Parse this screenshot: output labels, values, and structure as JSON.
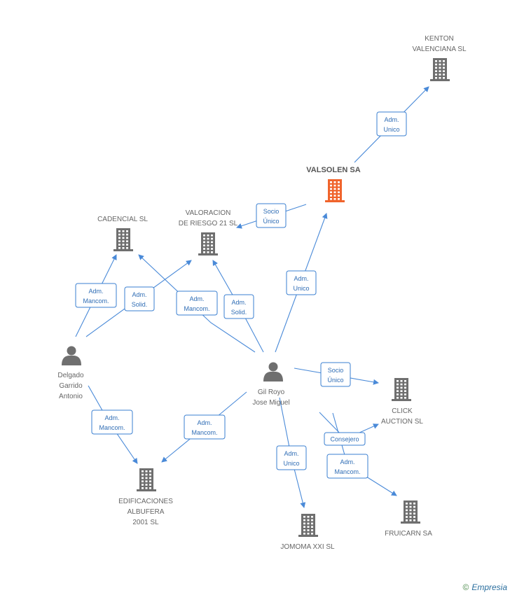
{
  "colors": {
    "company": "#6f6f6f",
    "focus_company": "#f0642c",
    "person": "#6f6f6f",
    "edge": "#4a8ad8",
    "label_border": "#3a7fd0",
    "label_text": "#2f6db5"
  },
  "nodes": [
    {
      "id": "kenton",
      "type": "company",
      "icon": "building-icon",
      "label": [
        "KENTON",
        "VALENCIANA SL"
      ]
    },
    {
      "id": "valsolen",
      "type": "company-focus",
      "icon": "building-icon",
      "label": [
        "VALSOLEN SA"
      ]
    },
    {
      "id": "cadencial",
      "type": "company",
      "icon": "building-icon",
      "label": [
        "CADENCIAL SL"
      ]
    },
    {
      "id": "valoracion",
      "type": "company",
      "icon": "building-icon",
      "label": [
        "VALORACION",
        "DE RIESGO 21 SL"
      ]
    },
    {
      "id": "delgado",
      "type": "person",
      "icon": "person-icon",
      "label": [
        "Delgado",
        "Garrido",
        "Antonio"
      ]
    },
    {
      "id": "gil",
      "type": "person",
      "icon": "person-icon",
      "label": [
        "Gil Royo",
        "Jose Miguel"
      ]
    },
    {
      "id": "click",
      "type": "company",
      "icon": "building-icon",
      "label": [
        "CLICK",
        "AUCTION  SL"
      ]
    },
    {
      "id": "edificaciones",
      "type": "company",
      "icon": "building-icon",
      "label": [
        "EDIFICACIONES",
        "ALBUFERA",
        "2001 SL"
      ]
    },
    {
      "id": "jomoma",
      "type": "company",
      "icon": "building-icon",
      "label": [
        "JOMOMA XXI SL"
      ]
    },
    {
      "id": "fruicarn",
      "type": "company",
      "icon": "building-icon",
      "label": [
        "FRUICARN SA"
      ]
    }
  ],
  "edges": [
    {
      "id": "e1",
      "label": [
        "Adm.",
        "Unico"
      ]
    },
    {
      "id": "e2",
      "label": [
        "Socio",
        "Único"
      ]
    },
    {
      "id": "e3",
      "label": [
        "Adm.",
        "Unico"
      ]
    },
    {
      "id": "e4",
      "label": [
        "Adm.",
        "Mancom."
      ]
    },
    {
      "id": "e5",
      "label": [
        "Adm.",
        "Solid."
      ]
    },
    {
      "id": "e6",
      "label": [
        "Adm.",
        "Mancom."
      ]
    },
    {
      "id": "e7",
      "label": [
        "Adm.",
        "Solid."
      ]
    },
    {
      "id": "e8",
      "label": [
        "Adm.",
        "Mancom."
      ]
    },
    {
      "id": "e9",
      "label": [
        "Adm.",
        "Mancom."
      ]
    },
    {
      "id": "e10",
      "label": [
        "Socio",
        "Único"
      ]
    },
    {
      "id": "e11",
      "label": [
        "Consejero"
      ]
    },
    {
      "id": "e12",
      "label": [
        "Adm.",
        "Mancom."
      ]
    },
    {
      "id": "e13",
      "label": [
        "Adm.",
        "Unico"
      ]
    }
  ],
  "watermark": {
    "copyright": "©",
    "brand": "Empresia"
  }
}
